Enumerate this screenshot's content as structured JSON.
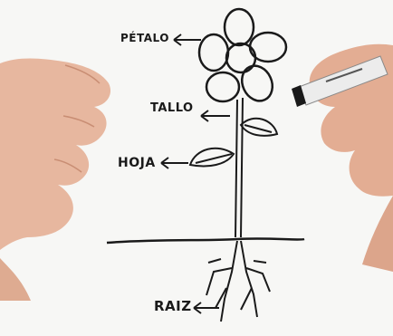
{
  "labels": {
    "petalo": "PÉTALO",
    "tallo": "TALLO",
    "hoja": "HOJA",
    "raiz": "RAIZ"
  },
  "colors": {
    "ink": "#1a1a1a",
    "skin": "#e8b49a",
    "marker_body": "#ececec"
  }
}
